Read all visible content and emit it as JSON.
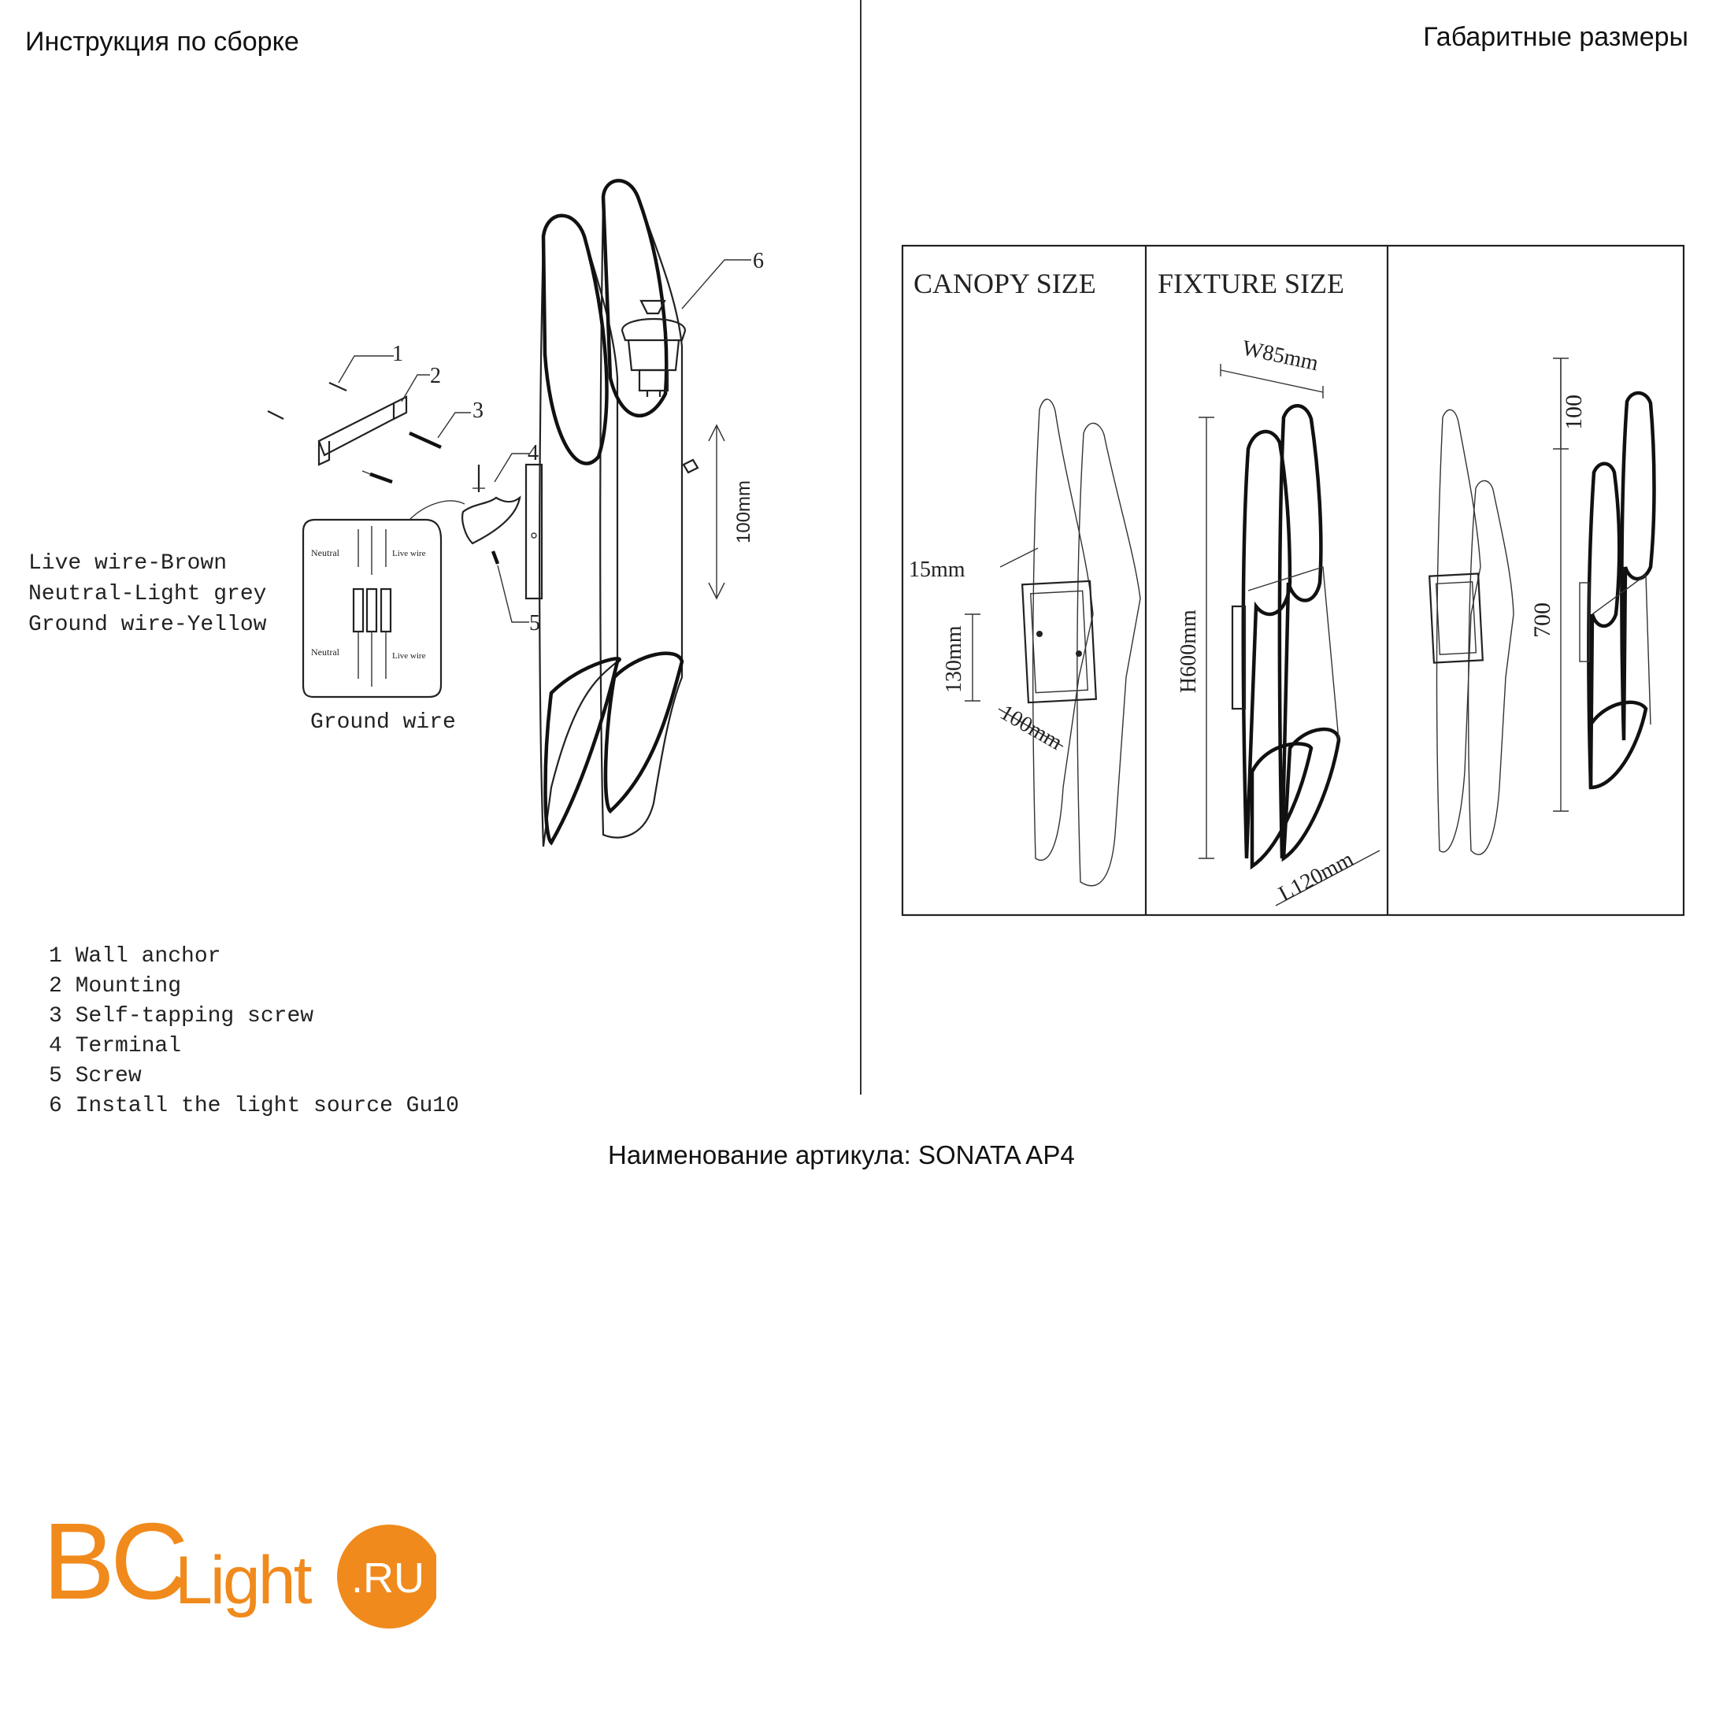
{
  "headers": {
    "left_title": "Инструкция по сборке",
    "right_title": "Габаритные размеры"
  },
  "assembly": {
    "callouts": [
      "1",
      "2",
      "3",
      "4",
      "5",
      "6"
    ],
    "height_label": "100mm",
    "wiring_legend": [
      "Live wire-Brown",
      "Neutral-Light grey",
      "Ground wire-Yellow"
    ],
    "wiring_box": {
      "neutral_top": "Neutral",
      "live_top": "Live wire",
      "neutral_bottom": "Neutral",
      "live_bottom": "Live wire"
    },
    "ground_label": "Ground wire",
    "parts": [
      "1 Wall anchor",
      "2 Mounting",
      "3 Self-tapping screw",
      "4 Terminal",
      "5 Screw",
      "6 Install the light source Gu10"
    ]
  },
  "dimensions": {
    "canopy_title": "CANOPY SIZE",
    "fixture_title": "FIXTURE SIZE",
    "canopy_depth": "15mm",
    "canopy_height": "130mm",
    "canopy_width": "100mm",
    "fixture_width": "W85mm",
    "fixture_height": "H600mm",
    "fixture_length": "L120mm",
    "side_top": "100",
    "side_total": "700"
  },
  "footer": {
    "article_name": "Наименование артикула: SONATA AP4"
  },
  "logo": {
    "text_bc": "BC",
    "text_light": "Light",
    "badge": ".RU",
    "brand_color": "#f08a1c"
  }
}
